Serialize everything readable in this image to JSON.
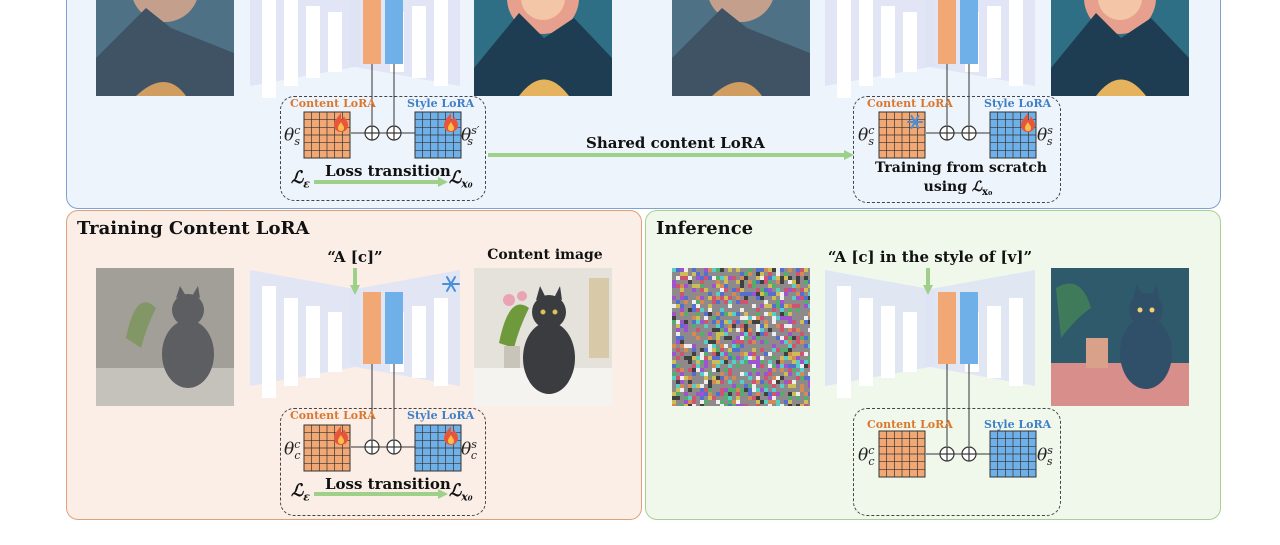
{
  "panels": {
    "content": {
      "title": "Training Content LoRA",
      "prompt": "“A  [c]”",
      "content_image_label": "Content image",
      "content_lora_label": "Content LoRA",
      "style_lora_label": "Style LoRA",
      "theta_left": "θ",
      "theta_left_sup": "c",
      "theta_left_sub": "c",
      "theta_right": "θ",
      "theta_right_sup": "s",
      "theta_right_sub": "c",
      "loss_text": "Loss transition",
      "loss_left": "ℒ",
      "loss_left_sub": "ε",
      "loss_right": "ℒ",
      "loss_right_sub": "x₀"
    },
    "top_left": {
      "content_lora_label": "Content LoRA",
      "style_lora_label": "Style LoRA",
      "theta_left": "θ",
      "theta_left_sup": "c",
      "theta_left_sub": "s",
      "theta_right": "θ",
      "theta_right_sup": "s′",
      "theta_right_sub": "s",
      "loss_text": "Loss transition",
      "loss_left": "ℒ",
      "loss_left_sub": "ε",
      "loss_right": "ℒ",
      "loss_right_sub": "x₀"
    },
    "top_right": {
      "content_lora_label": "Content LoRA",
      "style_lora_label": "Style LoRA",
      "theta_left": "θ",
      "theta_left_sup": "c",
      "theta_left_sub": "s",
      "theta_right": "θ",
      "theta_right_sup": "s",
      "theta_right_sub": "s",
      "note_line1": "Training from scratch",
      "note_line2": "using ",
      "note_symbol": "ℒ",
      "note_symbol_sub": "x₀"
    },
    "inference": {
      "title": "Inference",
      "prompt": "“A [c] in the style of [v]”",
      "content_lora_label": "Content LoRA",
      "style_lora_label": "Style LoRA",
      "theta_left": "θ",
      "theta_left_sup": "c",
      "theta_left_sub": "c",
      "theta_right": "θ",
      "theta_right_sup": "s",
      "theta_right_sub": "s"
    }
  },
  "shared_arrow_label": "Shared content LoRA",
  "colors": {
    "content_lora": "#f2a874",
    "style_lora": "#6fb0e8",
    "arrow_green": "#9fd08a",
    "unet_block": "#dfe3f4"
  },
  "icons": {
    "trainable": "fire-icon",
    "frozen": "snowflake-icon"
  }
}
